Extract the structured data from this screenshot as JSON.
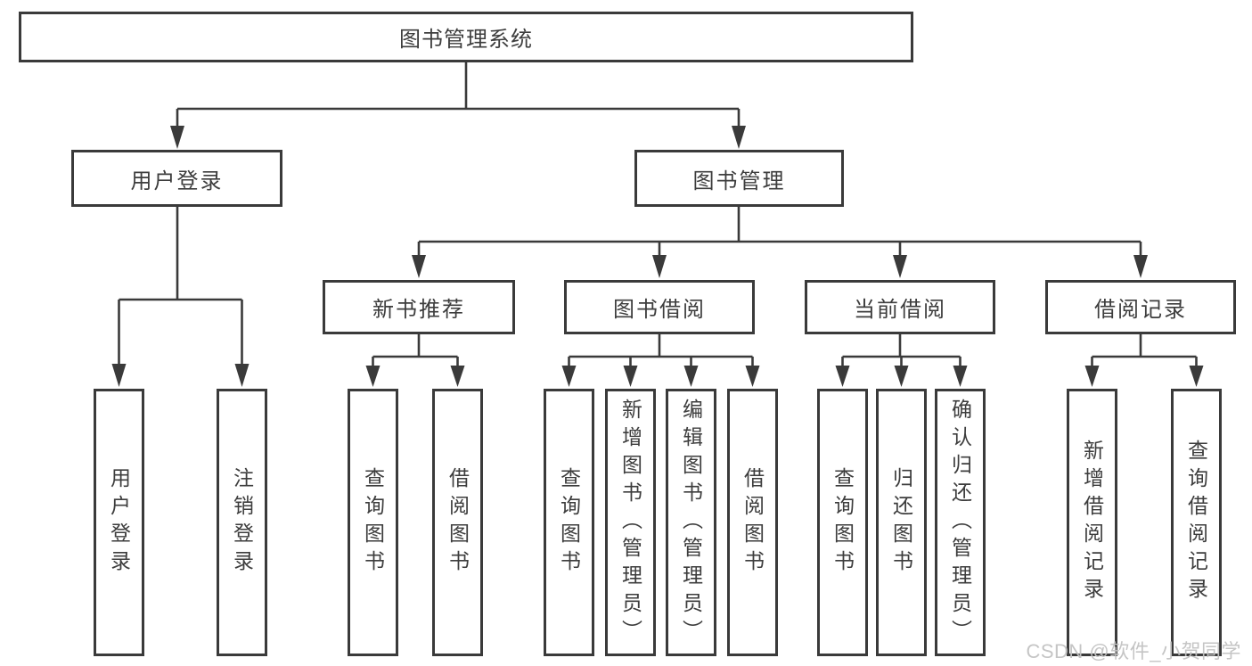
{
  "diagram": {
    "title": "图书管理系统",
    "level2": {
      "user_login": "用户登录",
      "book_management": "图书管理"
    },
    "level3": {
      "new_book_recommend": "新书推荐",
      "book_borrow": "图书借阅",
      "current_borrow": "当前借阅",
      "borrow_records": "借阅记录"
    },
    "leaves": {
      "login": [
        "用户登录",
        "注销登录"
      ],
      "recommend": [
        "查询图书",
        "借阅图书"
      ],
      "borrow": [
        "查询图书",
        "新增图书（管理员）",
        "编辑图书（管理员）",
        "借阅图书"
      ],
      "current": [
        "查询图书",
        "归还图书",
        "确认归还（管理员）"
      ],
      "records": [
        "新增借阅记录",
        "查询借阅记录"
      ]
    }
  },
  "watermark": {
    "text": "CSDN @软件_小贺同学"
  },
  "colors": {
    "line": "#3a3a3a",
    "text": "#3d3d3d",
    "watermark": "#c2c2c2",
    "background": "#ffffff"
  }
}
